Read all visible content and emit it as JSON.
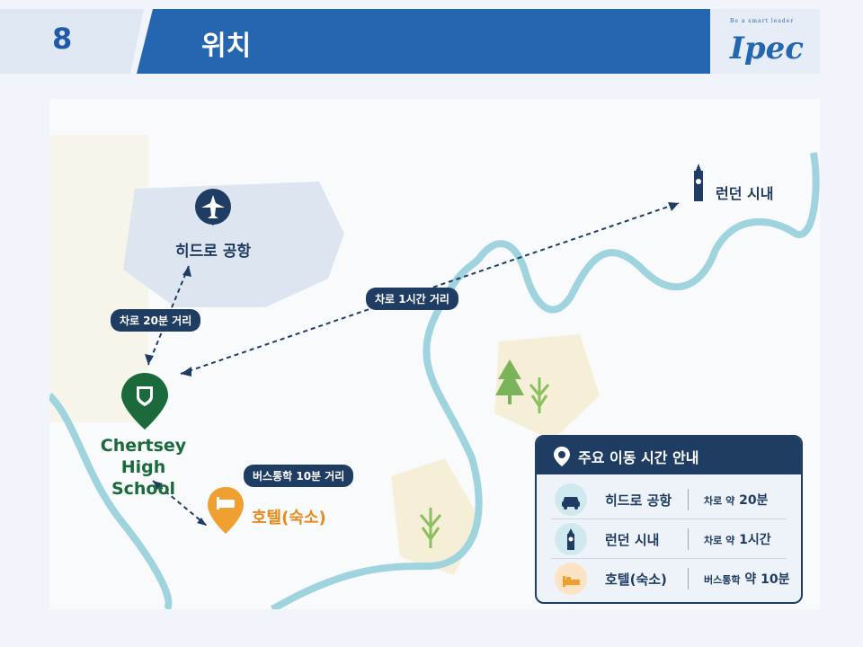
{
  "slide": {
    "number": "8",
    "title": "위치"
  },
  "logo": {
    "tagline": "Be a smart leader",
    "name": "Ipec"
  },
  "map": {
    "places": {
      "heathrow": "히드로 공항",
      "london": "런던 시내",
      "school_line1": "Chertsey",
      "school_line2": "High School",
      "hotel": "호텔(숙소)"
    },
    "routes": {
      "airport": "차로 20분 거리",
      "london": "차로 1시간 거리",
      "hotel": "버스통학 10분 거리"
    }
  },
  "travel_panel": {
    "title": "주요 이동 시간 안내",
    "rows": [
      {
        "icon": "car-icon",
        "name": "히드로 공항",
        "prefix": "차로 약",
        "time": "20분"
      },
      {
        "icon": "big-ben-icon",
        "name": "런던 시내",
        "prefix": "차로 약",
        "time": "1시간"
      },
      {
        "icon": "bed-icon",
        "name": "호텔(숙소)",
        "prefix": "버스통학",
        "time": "약 10분"
      }
    ]
  },
  "colors": {
    "primary": "#2466b0",
    "navy": "#1f3d63",
    "school_green": "#1a6a3b",
    "hotel_orange": "#f0a030",
    "river": "#9fd4df"
  }
}
